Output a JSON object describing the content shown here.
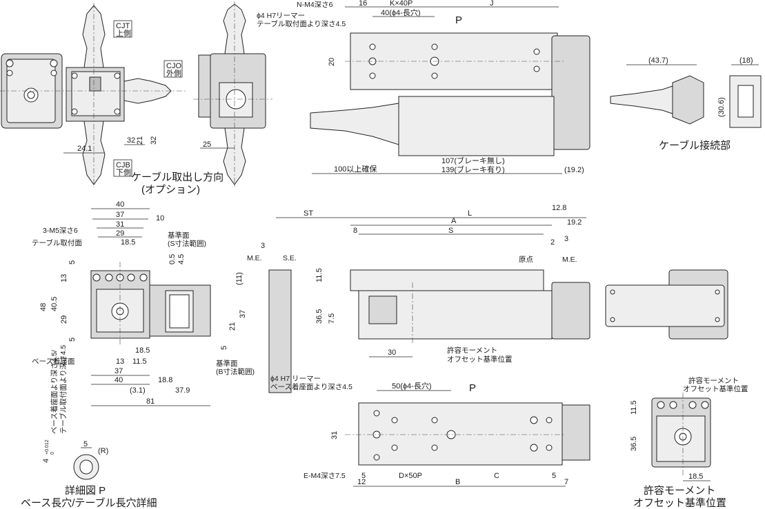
{
  "cable_options": {
    "cjt": [
      "CJT",
      "上側"
    ],
    "cjo": [
      "CJO",
      "外側"
    ],
    "cjb": [
      "CJB",
      "下側"
    ],
    "caption": [
      "ケーブル取出し方向",
      "(オプション)"
    ]
  },
  "top_view": {
    "note1": "N-M4深さ6",
    "note2": "ϕ4 H7リーマー",
    "note3": "テーブル取付面より深さ4.5",
    "dims": [
      "16",
      "K×40P",
      "J",
      "40(ϕ4-長穴)",
      "20",
      "100以上確保",
      "107(ブレーキ無し)",
      "139(ブレーキ有り)",
      "(19.2)"
    ],
    "label_p": "P"
  },
  "cable_connection": {
    "dims": [
      "(43.7)",
      "(18)",
      "(30.6)"
    ],
    "caption": "ケーブル接続部"
  },
  "left_views": {
    "dims_a": [
      "24.1",
      "32",
      "21",
      "32",
      "25"
    ]
  },
  "end_view": {
    "dims_top": [
      "40",
      "37",
      "31",
      "29",
      "10",
      "18.5"
    ],
    "notes": [
      "3-M5深さ6",
      "テーブル取付面",
      "基準面",
      "(S寸法範囲)",
      "ベース着座面",
      "基準面",
      "(B寸法範囲)"
    ],
    "dims_side": [
      "5",
      "13",
      "48",
      "40.5",
      "29",
      "5",
      "0.5",
      "4.5",
      "(11)",
      "37",
      "21",
      "5"
    ],
    "dims_bottom": [
      "18.5",
      "13",
      "11.5",
      "37",
      "40",
      "18.8",
      "(3.1)",
      "37.9",
      "81"
    ]
  },
  "stroke_view": {
    "dims": [
      "ST",
      "L",
      "A",
      "S",
      "8",
      "12.8",
      "19.2",
      "2",
      "3",
      "3",
      "11.5",
      "36.5",
      "7.5",
      "30"
    ],
    "labels": [
      "M.E.",
      "S.E.",
      "原点",
      "M.E."
    ],
    "note": [
      "許容モーメント",
      "オフセット基準位置"
    ]
  },
  "bottom_view": {
    "note1": "ϕ4 H7 リーマー",
    "note2": "ベース着座面より深さ4.5",
    "dims": [
      "50(ϕ4-長穴)",
      "31",
      "E-M4深さ7.5",
      "5",
      "12",
      "D×50P",
      "B",
      "C",
      "5",
      "7"
    ],
    "label_p": "P"
  },
  "right_end_view": {
    "note": [
      "許容モーメント",
      "オフセット基準位置"
    ],
    "dims": [
      "11.5",
      "36.5",
      "18.5"
    ],
    "caption": [
      "許容モーメント",
      "オフセット基準位置"
    ]
  },
  "detail_p": {
    "side_note": [
      "4",
      "+0.012",
      "0",
      "ベース着座面より深さ4.5/",
      "テーブル取付面より深さ4.5"
    ],
    "dims": [
      "5",
      "(R)"
    ],
    "caption": [
      "詳細図 P",
      "ベース長穴/テーブル長穴詳細"
    ]
  }
}
